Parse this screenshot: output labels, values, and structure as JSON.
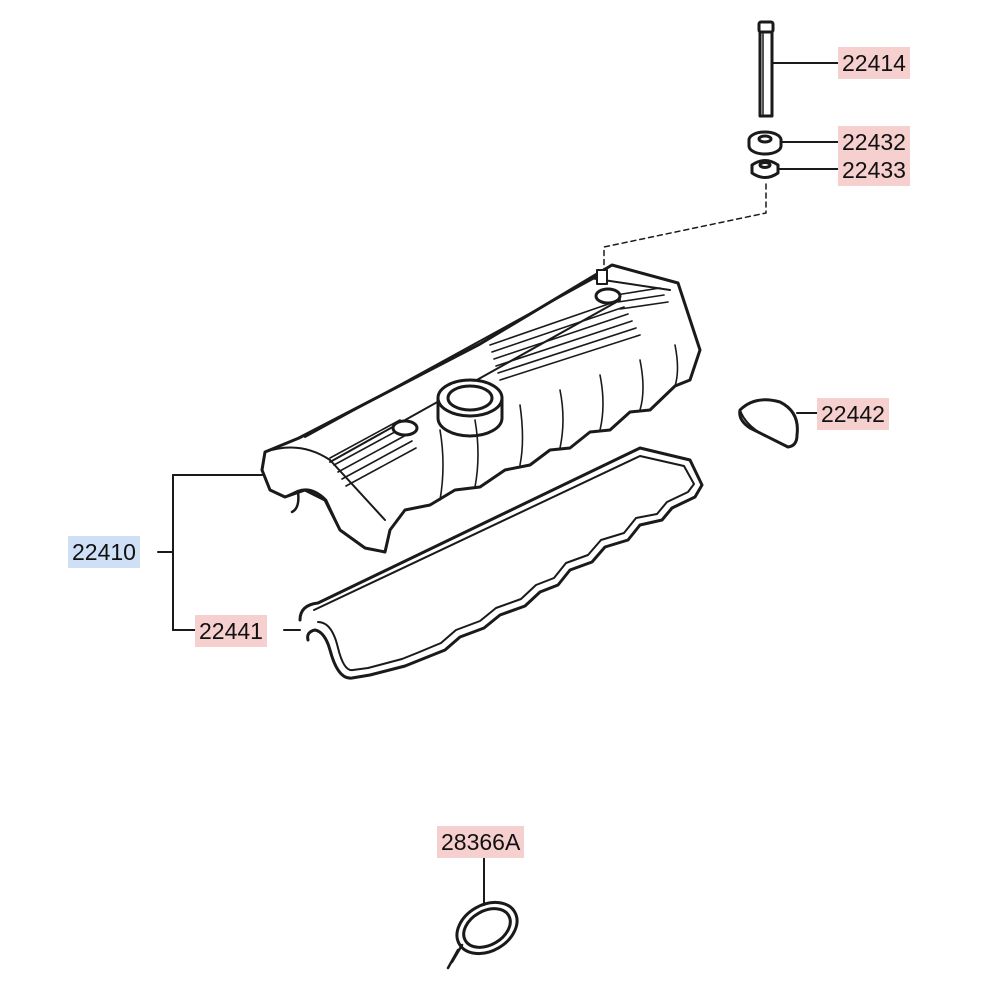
{
  "labels": {
    "p22414": {
      "text": "22414",
      "highlight": "#f6cfcf"
    },
    "p22432": {
      "text": "22432",
      "highlight": "#f6cfcf"
    },
    "p22433": {
      "text": "22433",
      "highlight": "#f6cfcf"
    },
    "p22442": {
      "text": "22442",
      "highlight": "#f6cfcf"
    },
    "p22410": {
      "text": "22410",
      "highlight": "#cfe0f6"
    },
    "p22441": {
      "text": "22441",
      "highlight": "#f6cfcf"
    },
    "p28366A": {
      "text": "28366A",
      "highlight": "#f6cfcf"
    }
  },
  "colors": {
    "line": "#1a1a1a",
    "label_bg_part": "#f6cfcf",
    "label_bg_assembly": "#cfe0f6"
  }
}
